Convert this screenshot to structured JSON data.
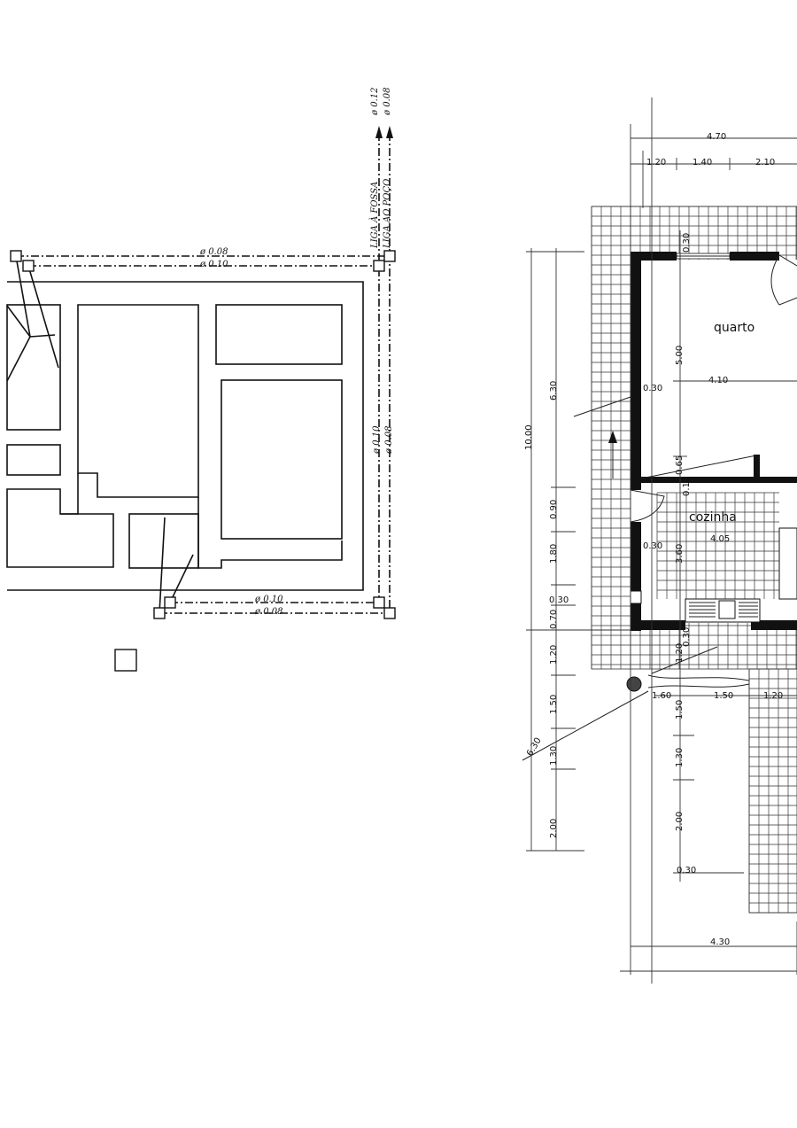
{
  "site_plan": {
    "pipe_labels": {
      "top_upper": "ø 0.08",
      "top_lower": "ø 0.10",
      "right_outer": "ø 0.10",
      "right_inner": "ø 0.08",
      "bottom_upper": "ø 0.10",
      "bottom_lower": "ø 0.08",
      "riser_left_diameter": "ø 0.12",
      "riser_right_diameter": "ø 0.08",
      "riser_left_note": "LIGA À FOSSA",
      "riser_right_note": "LIGA AO POÇO"
    }
  },
  "floor_plan": {
    "rooms": {
      "quarto": "quarto",
      "cozinha": "cozinha"
    },
    "dimensions": {
      "top_total": "4.70",
      "top_seg1": "1.20",
      "top_seg2": "1.40",
      "top_seg3": "2.10",
      "wall_top": "0.30",
      "quarto_height": "5.00",
      "quarto_width": "4.10",
      "wall_mid": "0.30",
      "sill_065": "0.65",
      "sill_015": "0.15",
      "cozinha_width": "4.05",
      "cozinha_height": "3.60",
      "wall_coz": "0.30",
      "wall_low": "0.30",
      "dim_120_v": "1.20",
      "dim_160": "1.60",
      "dim_150_h": "1.50",
      "dim_120_h": "1.20",
      "dim_150_v": "1.50",
      "dim_130_v": "1.30",
      "dim_200_v": "2.00",
      "wall_bottom": "0.30",
      "bottom_total": "4.30",
      "outer_total": "10.00",
      "outer_630": "6.30",
      "outer_090": "0.90",
      "outer_180": "1.80",
      "outer_030": "0.30",
      "outer_070": "0.70",
      "outer_120": "1.20",
      "outer_150": "1.50",
      "outer_130": "1.30",
      "outer_200": "2.00",
      "diag_630": "6.30"
    }
  }
}
